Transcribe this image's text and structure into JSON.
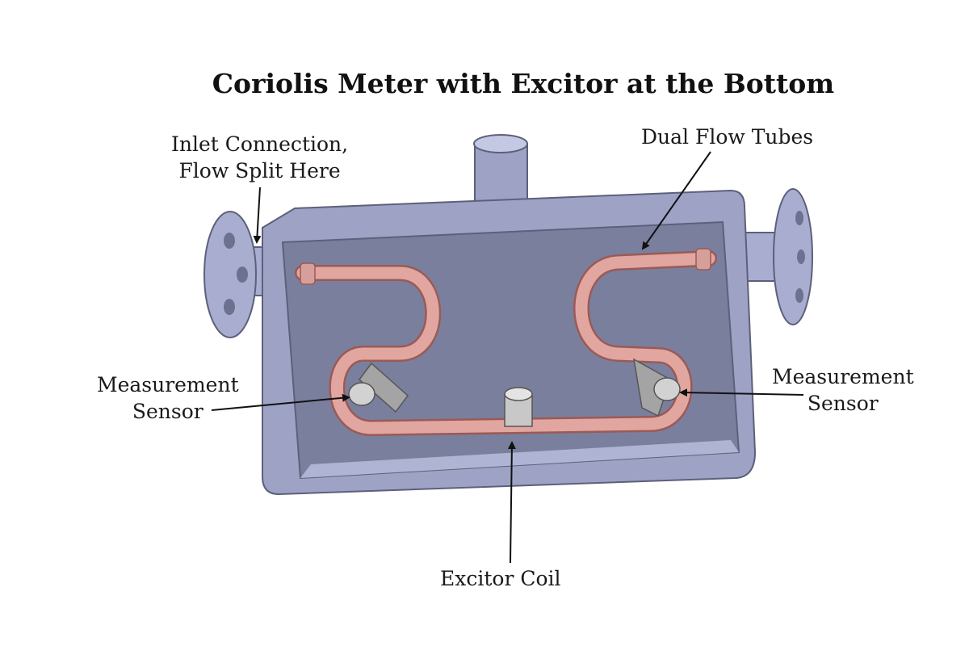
{
  "title": "Coriolis Meter with Excitor at the Bottom",
  "labels": {
    "inlet": {
      "line1": "Inlet Connection,",
      "line2": "Flow Split Here"
    },
    "dual_tubes": "Dual Flow Tubes",
    "sensor_left": {
      "line1": "Measurement",
      "line2": "Sensor"
    },
    "sensor_right": {
      "line1": "Measurement",
      "line2": "Sensor"
    },
    "excitor": "Excitor Coil"
  },
  "colors": {
    "housing": "#9ea3c6",
    "housing_inner": "#7b7f9e",
    "flange": "#a9add0",
    "tube": "#e2a6a0",
    "tube_edge": "#9a5a55",
    "sensor": "#c8c8c8"
  }
}
